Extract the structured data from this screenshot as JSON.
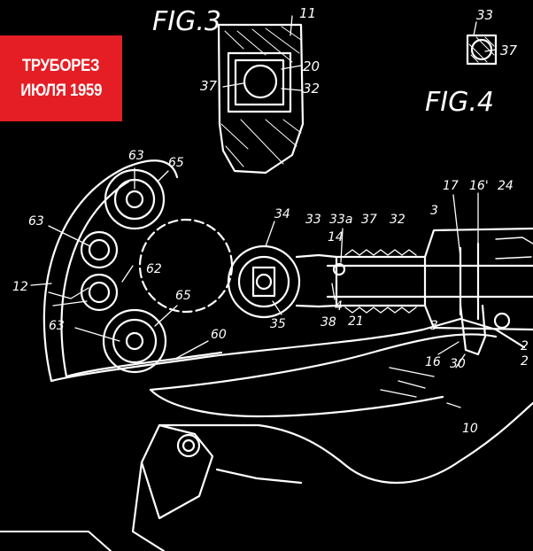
{
  "banner": {
    "line1": "ТРУБОРЕЗ",
    "line2": "ИЮЛЯ 1959",
    "color": "#e51e25"
  },
  "figures": {
    "fig3": "FIG.3",
    "fig4": "FIG.4"
  },
  "fig3_refs": {
    "r11": "11",
    "r20": "20",
    "r32": "32",
    "r37": "37"
  },
  "fig4_refs": {
    "r33": "33",
    "r37": "37"
  },
  "main_refs": {
    "r63a": "63",
    "r63b": "63",
    "r63c": "63",
    "r65a": "65",
    "r65b": "65",
    "r12": "12",
    "r62": "62",
    "r60": "60",
    "r34": "34",
    "r35": "35",
    "r33": "33",
    "r33a": "33a",
    "r37": "37",
    "r32": "32",
    "r14": "14",
    "r4a": "4",
    "r38": "38",
    "r21": "21",
    "r17": "17",
    "r16p": "16'",
    "r24": "24",
    "r3a": "3",
    "r3b": "3",
    "r16": "16",
    "r30": "30",
    "r10": "10",
    "r2a": "2",
    "r2b": "2"
  },
  "colors": {
    "background": "#000000",
    "ink": "#ffffff"
  }
}
